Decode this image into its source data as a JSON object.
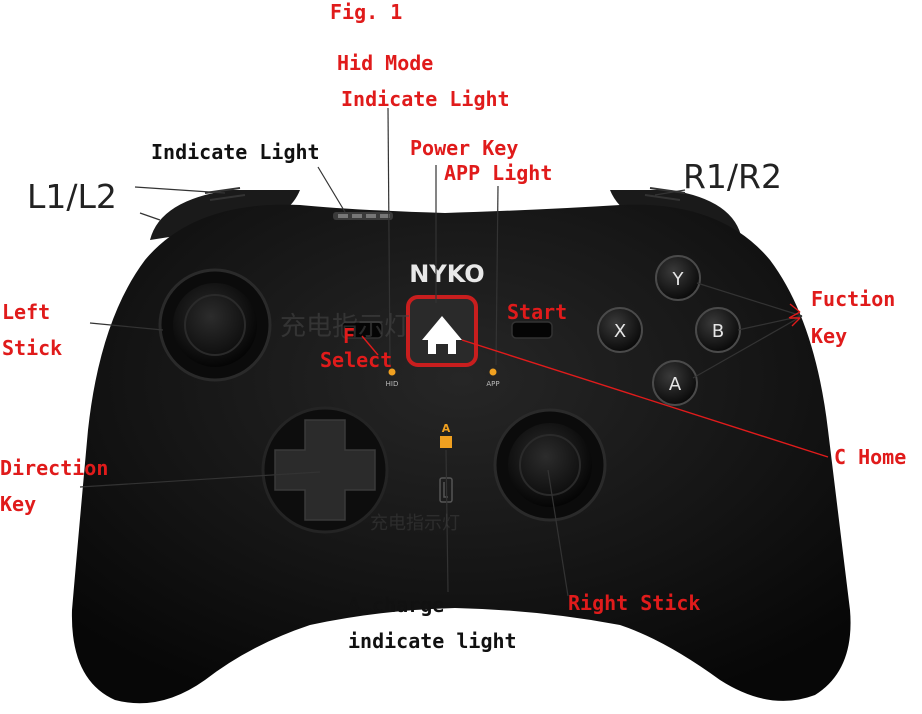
{
  "figure": {
    "title": "Fig. 1",
    "brand": "NYKO",
    "mode_marks": {
      "hid": "HID",
      "app": "APP",
      "charge_letter": "A"
    },
    "watermark_text": "充电指示灯"
  },
  "labels": {
    "hid_mode_line1": "Hid Mode",
    "hid_mode_line2": "Indicate Light",
    "indicate_light": "Indicate Light",
    "power_key": "Power Key",
    "app_light": "APP Light",
    "l1l2": "L1/L2",
    "r1r2": "R1/R2",
    "left_stick_line1": "Left",
    "left_stick_line2": "Stick",
    "f_select_line1": "F",
    "f_select_line2": "Select",
    "start": "Start",
    "fuction_key_line1": "Fuction",
    "fuction_key_line2": "Key",
    "c_home": "C Home",
    "direction_key_line1": "Direction",
    "direction_key_line2": "Key",
    "charge_line1": "A charge",
    "charge_line2": "indicate light",
    "right_stick": "Right Stick"
  },
  "buttons": {
    "y": "Y",
    "x": "X",
    "b": "B",
    "a": "A"
  },
  "colors": {
    "label_red": "#e01b1b",
    "label_black": "#111111",
    "body": "#141414",
    "home_red": "#c81e1e",
    "led_orange": "#f0a020"
  }
}
